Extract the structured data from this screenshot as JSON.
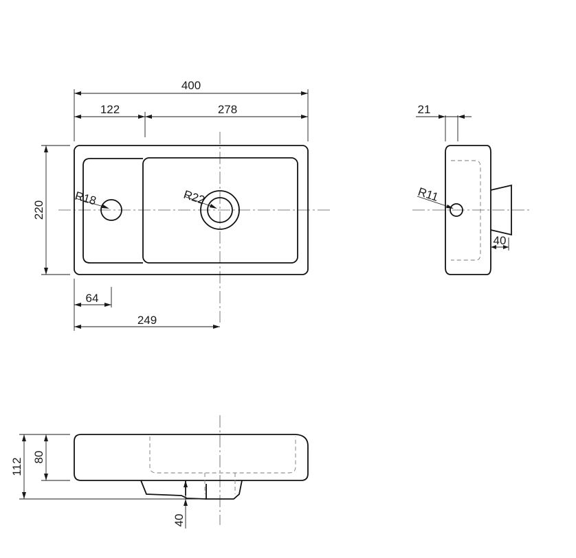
{
  "dimensions": {
    "top_width": "400",
    "left_section": "122",
    "right_section": "278",
    "height": "220",
    "hole_offset": "64",
    "drain_offset": "249",
    "side_projection": "21",
    "side_drain": "40",
    "front_height_total": "112",
    "front_height_body": "80",
    "front_drain": "40"
  },
  "radii": {
    "tap_hole": "R18",
    "drain": "R22",
    "side_hole": "R11"
  }
}
